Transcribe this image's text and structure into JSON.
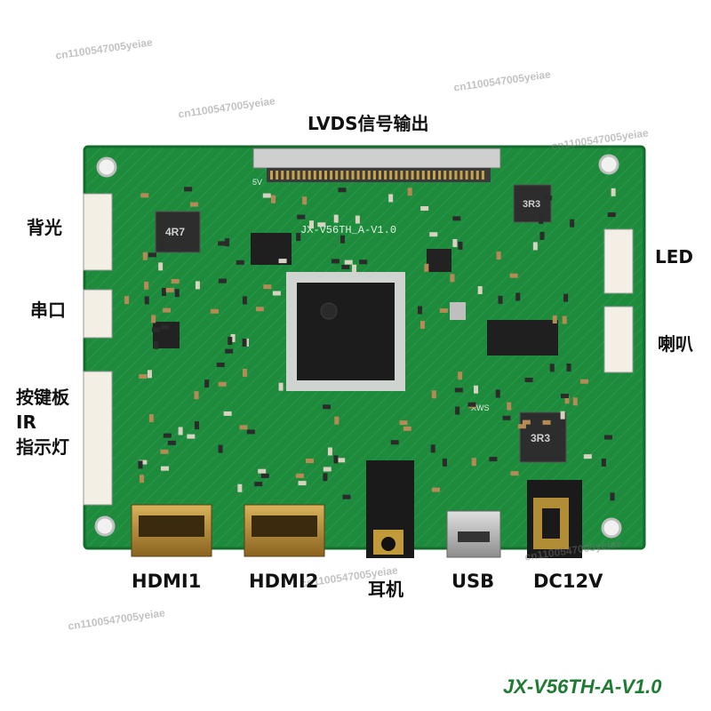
{
  "labels": {
    "top": "LVDS信号输出",
    "backlight": "背光",
    "serial": "串口",
    "keypad": "按键板",
    "ir": "IR",
    "indicator": "指示灯",
    "led": "LED",
    "speaker": "喇叭",
    "hdmi1": "HDMI1",
    "hdmi2": "HDMI2",
    "earphone": "耳机",
    "usb": "USB",
    "dc": "DC12V"
  },
  "board": {
    "silkscreen_model": "JX-V56TH_A-V1.0",
    "inductor_1": "4R7",
    "inductor_2": "3R3",
    "inductor_3": "3R3",
    "pin_5v": "5V",
    "xws": "XWS"
  },
  "model_caption": "JX-V56TH-A-V1.0",
  "watermark": "cn1100547005yeiae",
  "colors": {
    "pcb": "#1d8a3c",
    "pcb_dark": "#136b2c",
    "trace": "#2aa14c",
    "caption_green": "#1f7a32"
  }
}
